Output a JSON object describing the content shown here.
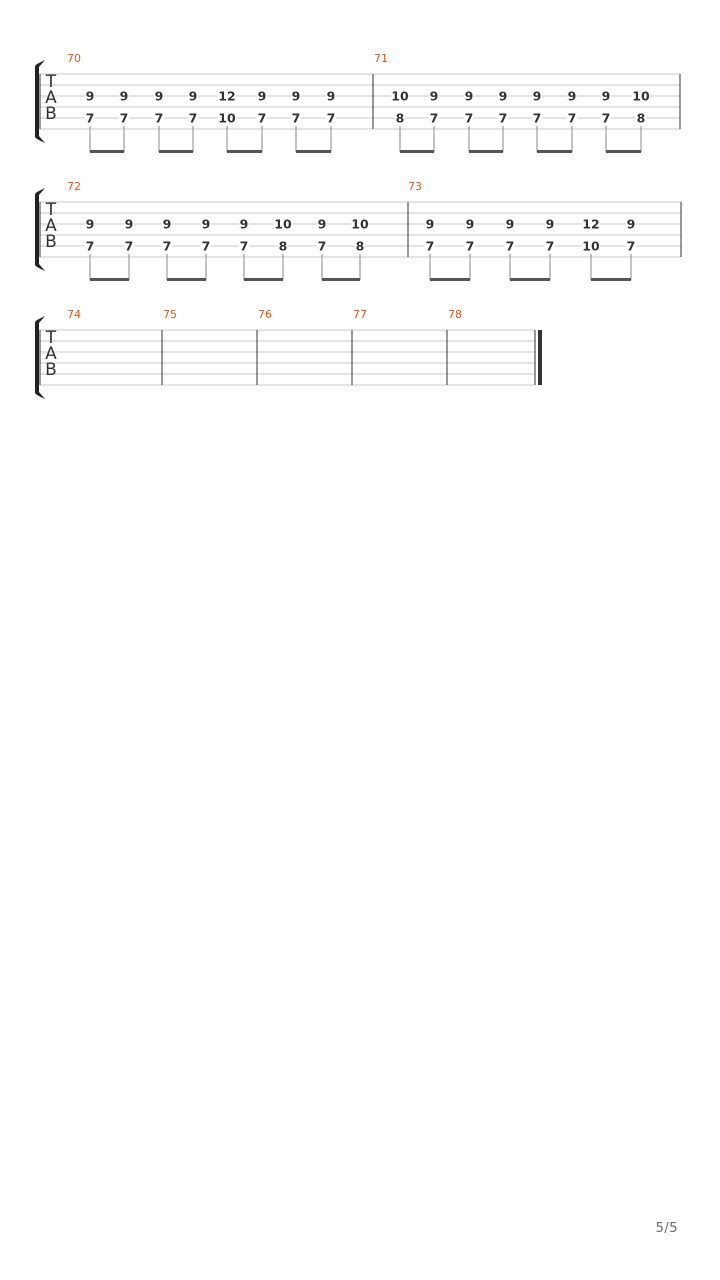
{
  "page_number": "5/5",
  "colors": {
    "measure_number": "#e8541c",
    "staff_line": "#c8c8c8",
    "barline": "#333333",
    "fret_text": "#333333",
    "bracket": "#222222",
    "beam": "#555555"
  },
  "tab_clef": {
    "letters": [
      "T",
      "A",
      "B"
    ]
  },
  "systems": [
    {
      "measures": [
        {
          "number": "70",
          "notes": [
            {
              "high": "9",
              "low": "7"
            },
            {
              "high": "9",
              "low": "7"
            },
            {
              "high": "9",
              "low": "7"
            },
            {
              "high": "9",
              "low": "7"
            },
            {
              "high": "12",
              "low": "10"
            },
            {
              "high": "9",
              "low": "7"
            },
            {
              "high": "9",
              "low": "7"
            },
            {
              "high": "9",
              "low": "7"
            }
          ]
        },
        {
          "number": "71",
          "notes": [
            {
              "high": "10",
              "low": "8"
            },
            {
              "high": "9",
              "low": "7"
            },
            {
              "high": "9",
              "low": "7"
            },
            {
              "high": "9",
              "low": "7"
            },
            {
              "high": "9",
              "low": "7"
            },
            {
              "high": "9",
              "low": "7"
            },
            {
              "high": "9",
              "low": "7"
            },
            {
              "high": "10",
              "low": "8"
            }
          ]
        }
      ]
    },
    {
      "measures": [
        {
          "number": "72",
          "notes": [
            {
              "high": "9",
              "low": "7"
            },
            {
              "high": "9",
              "low": "7"
            },
            {
              "high": "9",
              "low": "7"
            },
            {
              "high": "9",
              "low": "7"
            },
            {
              "high": "9",
              "low": "7"
            },
            {
              "high": "10",
              "low": "8"
            },
            {
              "high": "9",
              "low": "7"
            },
            {
              "high": "10",
              "low": "8"
            }
          ]
        },
        {
          "number": "73",
          "notes": [
            {
              "high": "9",
              "low": "7"
            },
            {
              "high": "9",
              "low": "7"
            },
            {
              "high": "9",
              "low": "7"
            },
            {
              "high": "9",
              "low": "7"
            },
            {
              "high": "12",
              "low": "10"
            },
            {
              "high": "9",
              "low": "7"
            }
          ]
        }
      ]
    },
    {
      "measures": [
        {
          "number": "74",
          "notes": []
        },
        {
          "number": "75",
          "notes": []
        },
        {
          "number": "76",
          "notes": []
        },
        {
          "number": "77",
          "notes": []
        },
        {
          "number": "78",
          "notes": []
        }
      ],
      "final": true
    }
  ]
}
